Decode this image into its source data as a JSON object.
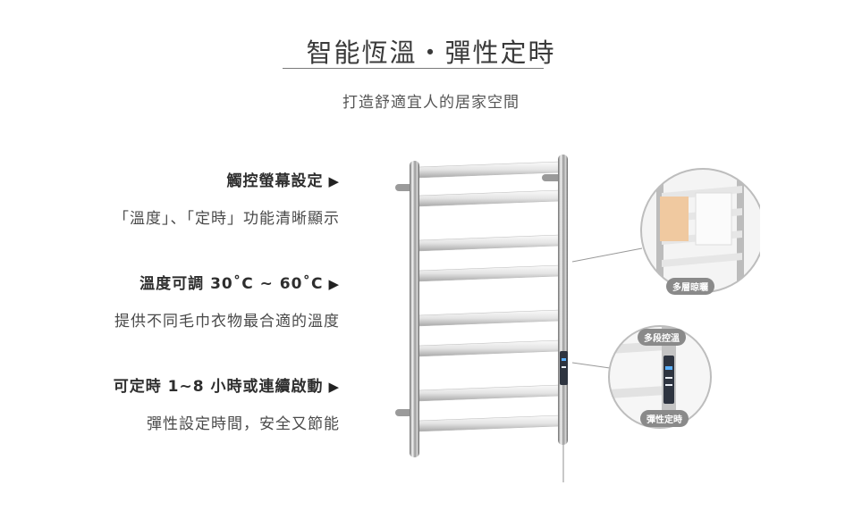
{
  "header": {
    "title": "智能恆溫・彈性定時",
    "subtitle": "打造舒適宜人的居家空間"
  },
  "features": [
    {
      "heading": "觸控螢幕設定",
      "arrow": "▶",
      "description": "「溫度」、「定時」功能清晰顯示"
    },
    {
      "heading": "溫度可調 30˚C ~ 60˚C",
      "arrow": "▶",
      "description": "提供不同毛巾衣物最合適的溫度"
    },
    {
      "heading": "可定時 1~8 小時或連續啟動",
      "arrow": "▶",
      "description": "彈性設定時間，安全又節能"
    }
  ],
  "callouts": {
    "multi_layer": "多層晾曬",
    "multi_temp": "多段控溫",
    "timer": "彈性定時"
  },
  "colors": {
    "chrome_light": "#f2f2f2",
    "chrome_dark": "#8c8c8c",
    "tag_bg": "#8a8a8a",
    "towel_peach": "#f0c9a0"
  }
}
